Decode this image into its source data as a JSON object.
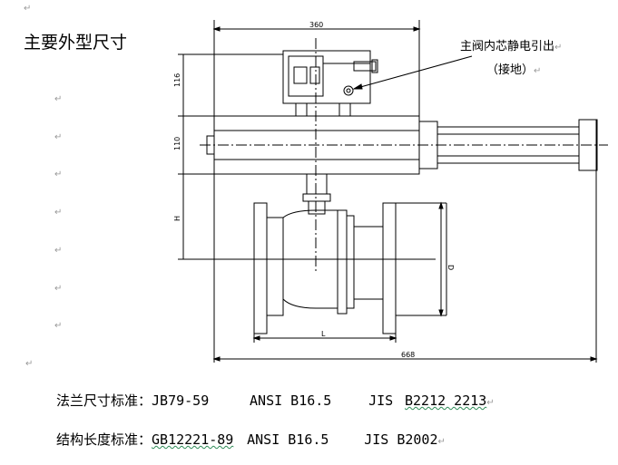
{
  "title": "主要外型尺寸",
  "callout": {
    "line1": "主阀内芯静电引出",
    "line2": "（接地）"
  },
  "dimensions": {
    "top_width": "360",
    "height_116": "116",
    "height_110": "110",
    "height_h": "H",
    "diameter": "D",
    "length": "L",
    "total_length": "668"
  },
  "standards": {
    "flange": {
      "label": "法兰尺寸标准：",
      "jb": "JB79-59",
      "ansi": "ANSI B16.5",
      "jis_prefix": "JIS",
      "jis_code": "B2212 2213"
    },
    "structure": {
      "label": "结构长度标准：",
      "gb": "GB12221-89",
      "ansi": "ANSI B16.5",
      "jis": "JIS B2002"
    }
  },
  "paragraph_mark": "↵"
}
